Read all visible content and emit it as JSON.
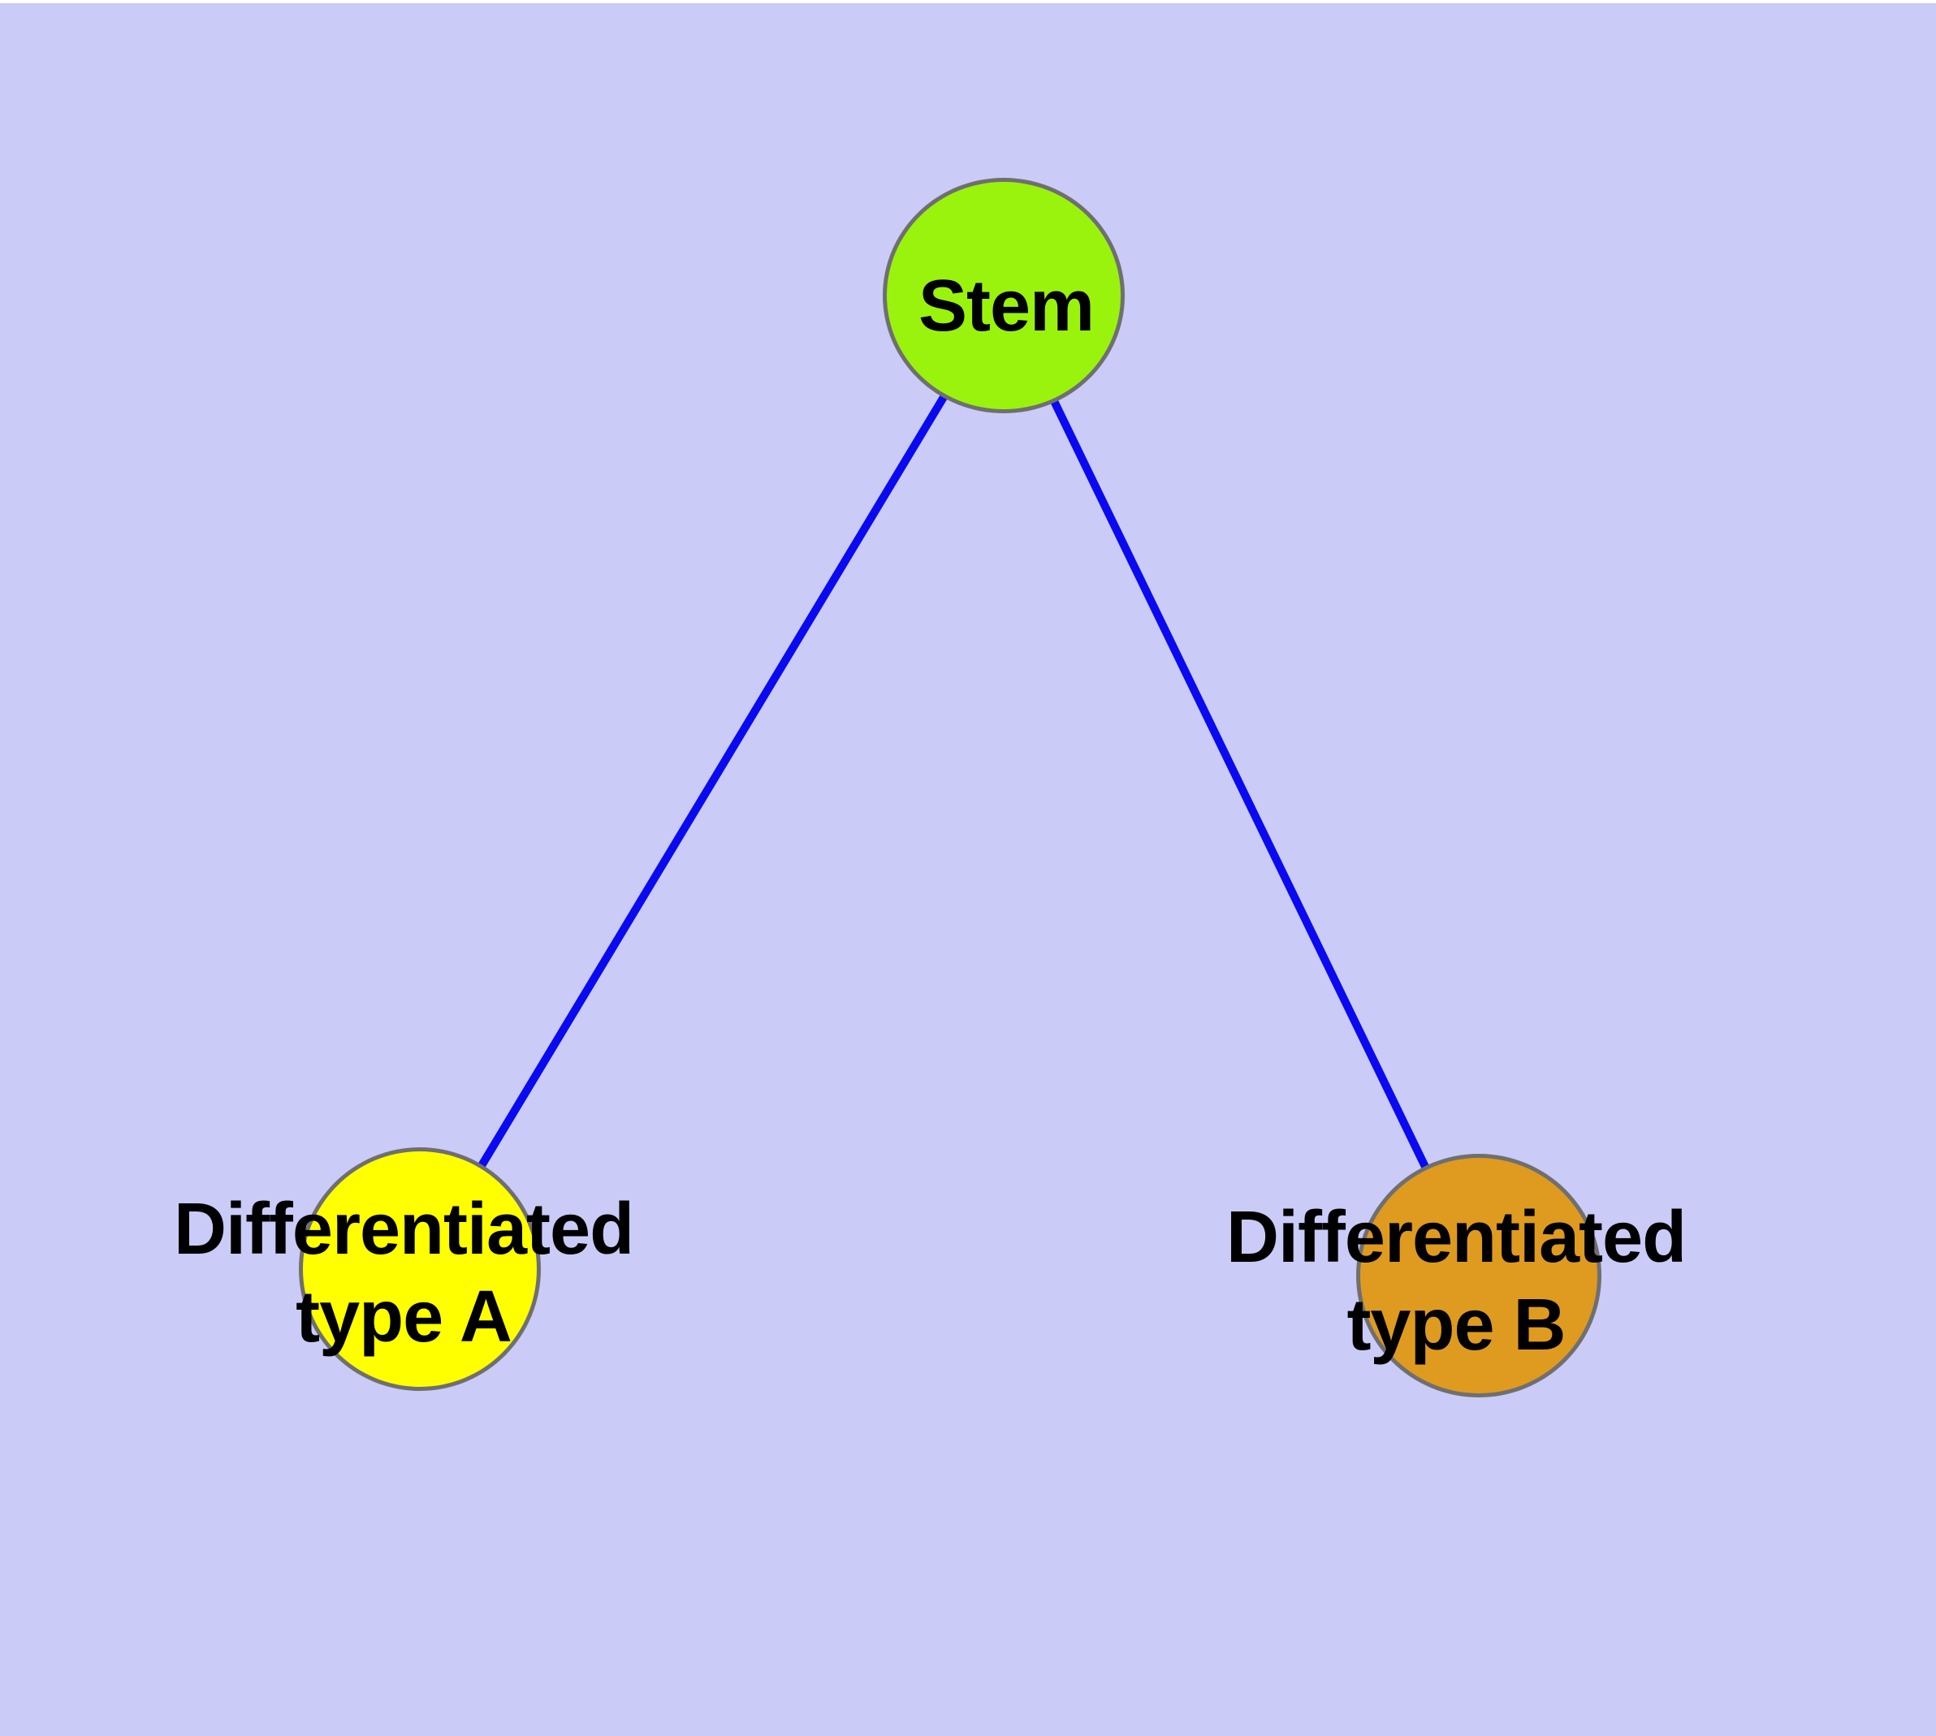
{
  "diagram": {
    "background_color": "#CACBF7",
    "top_margin_color": "#FFFFFF",
    "edge_color": "#0A0AF0",
    "node_border_color": "#6F6F6F",
    "text_color": "#000000",
    "nodes": [
      {
        "id": "stem",
        "label": "Stem",
        "fill_color": "#9AF30D"
      },
      {
        "id": "differentiated-type-a",
        "label_line1": "Differentiated",
        "label_line2": "type A",
        "fill_color": "#FFFF00"
      },
      {
        "id": "differentiated-type-b",
        "label_line1": "Differentiated",
        "label_line2": "type B",
        "fill_color": "#DF9A20"
      }
    ],
    "edges": [
      {
        "from": "Stem",
        "to": "Differentiated type A"
      },
      {
        "from": "Stem",
        "to": "Differentiated type B"
      }
    ]
  }
}
